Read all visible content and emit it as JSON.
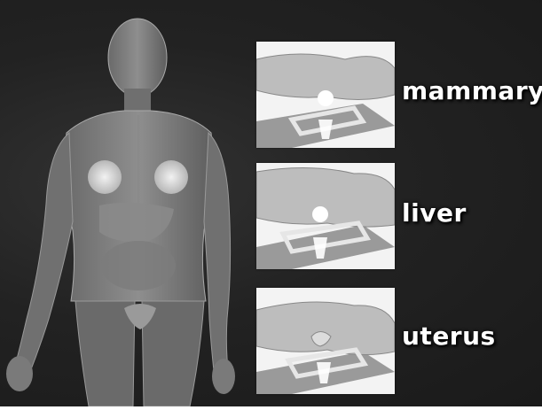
{
  "colors": {
    "background": "#1f1f1f",
    "panel_background": "#f3f3f3",
    "label_text": "#ffffff"
  },
  "figure": {
    "icon": "human-anatomy-illustration"
  },
  "panels": [
    {
      "label": "mammary",
      "icon": "prone-patient-breast-ultrasound"
    },
    {
      "label": "liver",
      "icon": "prone-patient-liver-ultrasound"
    },
    {
      "label": "uterus",
      "icon": "prone-patient-uterus-ultrasound"
    }
  ]
}
